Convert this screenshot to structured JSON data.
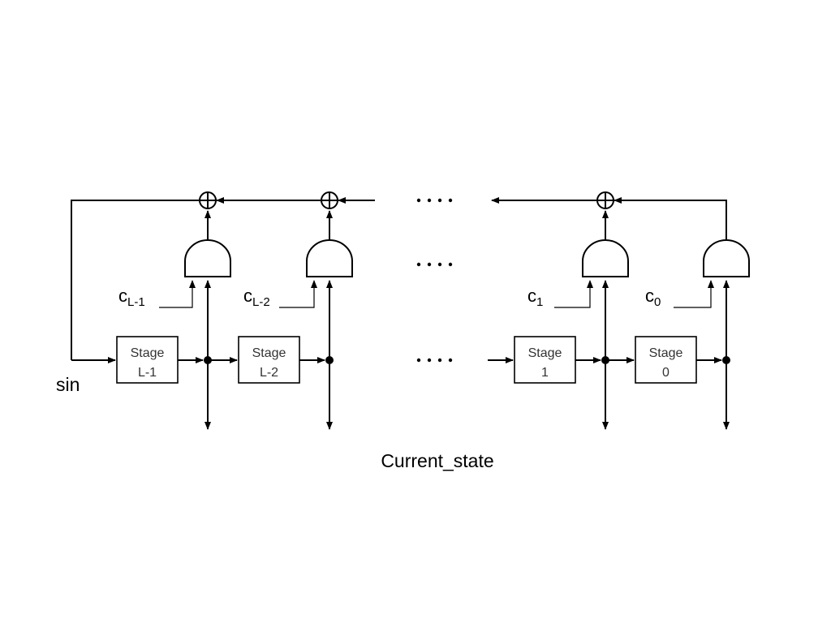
{
  "stages": [
    {
      "line1": "Stage",
      "line2": "L-1"
    },
    {
      "line1": "Stage",
      "line2": "L-2"
    },
    {
      "line1": "Stage",
      "line2": "1"
    },
    {
      "line1": "Stage",
      "line2": "0"
    }
  ],
  "coefficients": [
    {
      "base": "c",
      "sub": "L-1"
    },
    {
      "base": "c",
      "sub": "L-2"
    },
    {
      "base": "c",
      "sub": "1"
    },
    {
      "base": "c",
      "sub": "0"
    }
  ],
  "labels": {
    "input": "sin",
    "output": "Current_state"
  },
  "colors": {
    "line": "#000000",
    "background": "#ffffff"
  }
}
